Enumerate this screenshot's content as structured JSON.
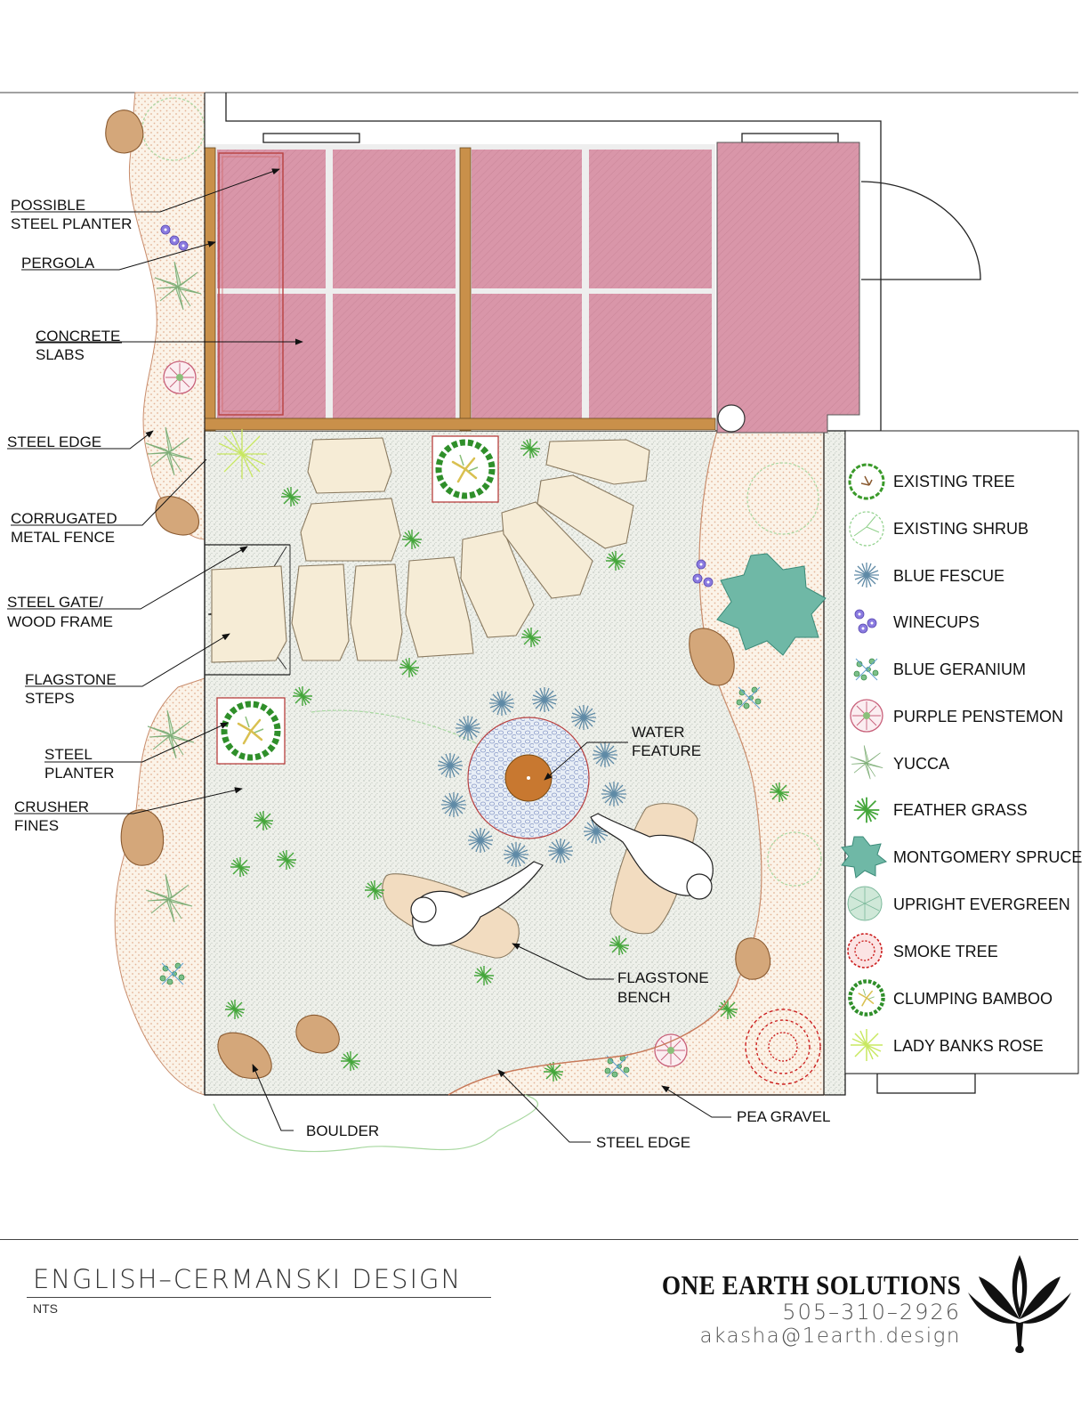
{
  "labels": {
    "possible_steel_planter_1": "POSSIBLE",
    "possible_steel_planter_2": "STEEL PLANTER",
    "pergola": "PERGOLA",
    "concrete_1": "CONCRETE",
    "concrete_2": "SLABS",
    "steel_edge_left": "STEEL EDGE",
    "corrugated_1": "CORRUGATED",
    "corrugated_2": "METAL FENCE",
    "gate_1": "STEEL GATE/",
    "gate_2": "WOOD FRAME",
    "flagstone_1": "FLAGSTONE",
    "flagstone_2": "STEPS",
    "steel_planter_1": "STEEL",
    "steel_planter_2": "PLANTER",
    "crusher_1": "CRUSHER",
    "crusher_2": "FINES",
    "water_1": "WATER",
    "water_2": "FEATURE",
    "bench_1": "FLAGSTONE",
    "bench_2": "BENCH",
    "boulder": "BOULDER",
    "steel_edge_bottom": "STEEL EDGE",
    "pea_gravel": "PEA GRAVEL"
  },
  "legend": [
    {
      "label": "EXISTING TREE",
      "icon": "existing-tree-icon",
      "color": "#3a9a2a"
    },
    {
      "label": "EXISTING SHRUB",
      "icon": "existing-shrub-icon",
      "color": "#8fd08a"
    },
    {
      "label": "BLUE FESCUE",
      "icon": "blue-fescue-icon",
      "color": "#5f8aa6"
    },
    {
      "label": "WINECUPS",
      "icon": "winecups-icon",
      "color": "#7a6ad0"
    },
    {
      "label": "BLUE GERANIUM",
      "icon": "blue-geranium-icon",
      "color": "#5aa86a"
    },
    {
      "label": "PURPLE PENSTEMON",
      "icon": "purple-penstemon-icon",
      "color": "#c8607a"
    },
    {
      "label": "YUCCA",
      "icon": "yucca-icon",
      "color": "#8fbf88"
    },
    {
      "label": "FEATHER GRASS",
      "icon": "feather-grass-icon",
      "color": "#44a63a"
    },
    {
      "label": "MONTGOMERY SPRUCE",
      "icon": "montgomery-spruce-icon",
      "color": "#5fae9a"
    },
    {
      "label": "UPRIGHT EVERGREEN",
      "icon": "upright-evergreen-icon",
      "color": "#9ad0b0"
    },
    {
      "label": "SMOKE TREE",
      "icon": "smoke-tree-icon",
      "color": "#cc2020"
    },
    {
      "label": "CLUMPING BAMBOO",
      "icon": "clumping-bamboo-icon",
      "color": "#2f8f2a"
    },
    {
      "label": "LADY BANKS ROSE",
      "icon": "lady-banks-rose-icon",
      "color": "#c8e860"
    }
  ],
  "colors": {
    "concrete": "#d895a8",
    "pergola": "#c9904a",
    "flagstone": "#f6ecd6",
    "boulder": "#d4a77a",
    "gravel": "#e9ece6",
    "pea_gravel": "#f7ecdc",
    "water": "#c87830"
  },
  "titleblock": {
    "project": "ENGLISH–CERMANSKI DESIGN",
    "scale": "NTS",
    "company": "ONE EARTH SOLUTIONS",
    "phone": "505–310–2926",
    "email": "akasha@1earth.design"
  }
}
